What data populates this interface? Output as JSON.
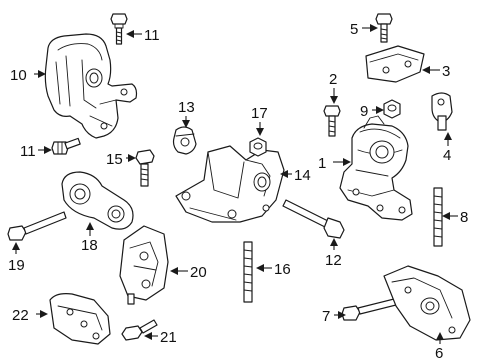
{
  "diagram": {
    "callouts": [
      {
        "id": "c1",
        "number": "1"
      },
      {
        "id": "c2",
        "number": "2"
      },
      {
        "id": "c3",
        "number": "3"
      },
      {
        "id": "c4",
        "number": "4"
      },
      {
        "id": "c5",
        "number": "5"
      },
      {
        "id": "c6",
        "number": "6"
      },
      {
        "id": "c7",
        "number": "7"
      },
      {
        "id": "c8",
        "number": "8"
      },
      {
        "id": "c9",
        "number": "9"
      },
      {
        "id": "c10",
        "number": "10"
      },
      {
        "id": "c11a",
        "number": "11"
      },
      {
        "id": "c11b",
        "number": "11"
      },
      {
        "id": "c12",
        "number": "12"
      },
      {
        "id": "c13",
        "number": "13"
      },
      {
        "id": "c14",
        "number": "14"
      },
      {
        "id": "c15",
        "number": "15"
      },
      {
        "id": "c16",
        "number": "16"
      },
      {
        "id": "c17",
        "number": "17"
      },
      {
        "id": "c18",
        "number": "18"
      },
      {
        "id": "c19",
        "number": "19"
      },
      {
        "id": "c20",
        "number": "20"
      },
      {
        "id": "c21",
        "number": "21"
      },
      {
        "id": "c22",
        "number": "22"
      }
    ]
  }
}
